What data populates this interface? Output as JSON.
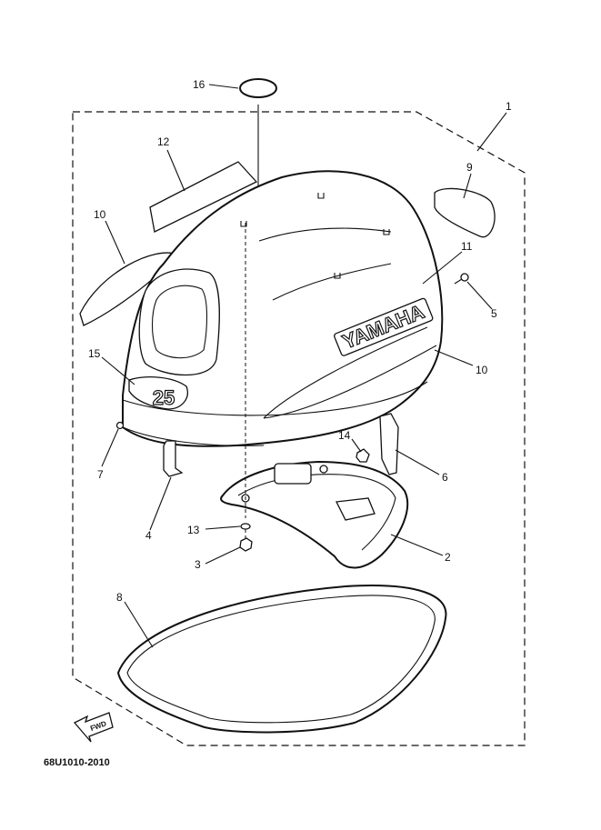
{
  "callouts": [
    {
      "id": "c16",
      "label": "16"
    },
    {
      "id": "c1",
      "label": "1"
    },
    {
      "id": "c12",
      "label": "12"
    },
    {
      "id": "c9",
      "label": "9"
    },
    {
      "id": "c10a",
      "label": "10"
    },
    {
      "id": "c11",
      "label": "11"
    },
    {
      "id": "c5",
      "label": "5"
    },
    {
      "id": "c15",
      "label": "15"
    },
    {
      "id": "c10b",
      "label": "10"
    },
    {
      "id": "c7",
      "label": "7"
    },
    {
      "id": "c14",
      "label": "14"
    },
    {
      "id": "c6",
      "label": "6"
    },
    {
      "id": "c4",
      "label": "4"
    },
    {
      "id": "c13",
      "label": "13"
    },
    {
      "id": "c2",
      "label": "2"
    },
    {
      "id": "c3",
      "label": "3"
    },
    {
      "id": "c8",
      "label": "8"
    }
  ],
  "decal": {
    "brand": "YAMAHA",
    "model": "25"
  },
  "fwd_label": "FWD",
  "diagram_code": "68U1010-2010"
}
